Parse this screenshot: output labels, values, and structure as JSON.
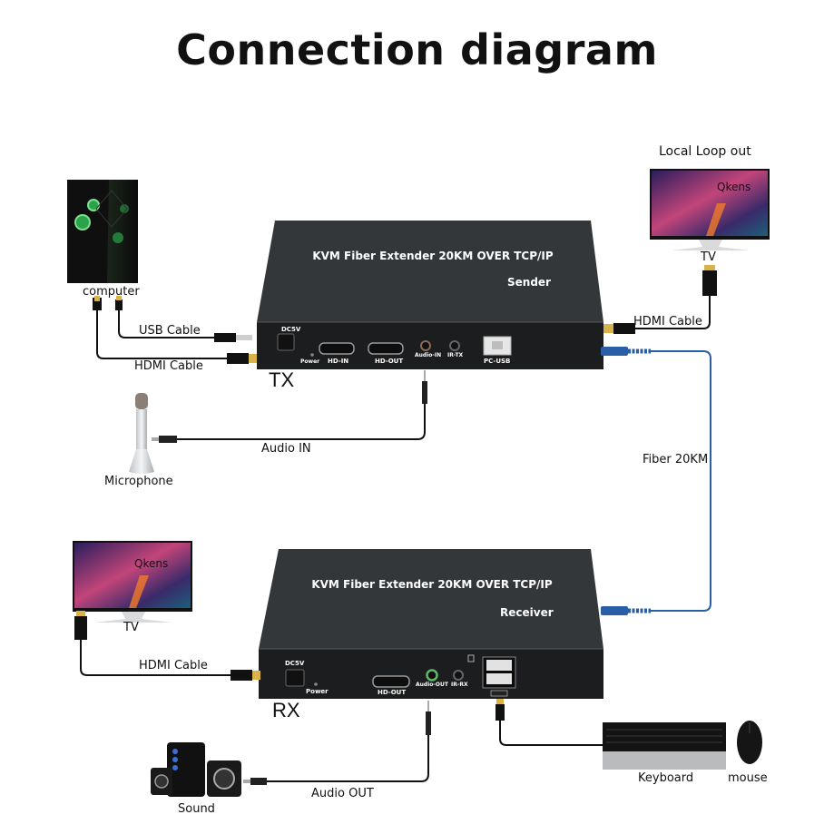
{
  "title": "Connection diagram",
  "sender": {
    "device_text": "KVM Fiber Extender 20KM OVER TCP/IP",
    "role": "Sender",
    "tag": "TX",
    "ports": [
      "DC5V",
      "Power",
      "HD-IN",
      "HD-OUT",
      "Audio-IN",
      "IR-TX",
      "PC-USB"
    ]
  },
  "receiver": {
    "device_text": "KVM Fiber Extender 20KM OVER TCP/IP",
    "role": "Receiver",
    "tag": "RX",
    "ports": [
      "DC5V",
      "Power",
      "HD-OUT",
      "Audio-OUT",
      "IR-RX"
    ]
  },
  "devices": {
    "computer": "computer",
    "local_loop_title": "Local Loop out",
    "tv_top": "TV",
    "tv_bottom": "TV",
    "tv_brand": "Qkens",
    "microphone": "Microphone",
    "sound": "Sound",
    "keyboard": "Keyboard",
    "mouse": "mouse"
  },
  "cables": {
    "usb": "USB Cable",
    "hdmi_pc": "HDMI Cable",
    "hdmi_loop": "HDMI Cable",
    "audio_in": "Audio IN",
    "fiber": "Fiber 20KM",
    "hdmi_rx": "HDMI Cable",
    "audio_out": "Audio OUT"
  },
  "colors": {
    "device_body": "#2e3033",
    "fiber": "#2a5fa8",
    "cable": "#111111",
    "connector_gold": "#d9b24a",
    "tv_screen": "#c2457a"
  }
}
